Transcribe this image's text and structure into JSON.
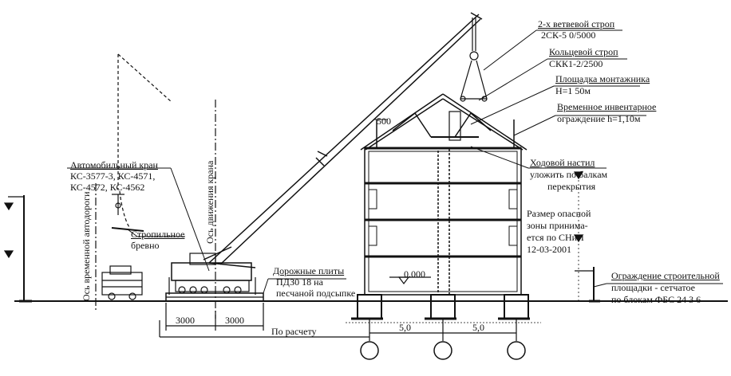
{
  "labels": {
    "sling_title": "2-х ветвевой строп",
    "sling_code": "2СК-5 0/5000",
    "ring_title": "Кольцевой строп",
    "ring_code": "СКК1-2/2500",
    "platform_title": "Площадка монтажника",
    "platform_height": "Н=1 50м",
    "fence_title": "Временное инвентарное",
    "fence_height": "ограждение h=1,10м",
    "walkway_title": "Ходовой настил",
    "walkway_line2": "уложить по балкам",
    "walkway_line3": "перекрытия",
    "danger_line1": "Размер опасной",
    "danger_line2": "зоны принима-",
    "danger_line3": "ется по СНиП",
    "danger_line4": "12-03-2001",
    "crane_title": "Автомобильный кран",
    "crane_models1": "КС-3577-3, КС-4571,",
    "crane_models2": "КС-4572, КС-4562",
    "beam_line1": "Стропильное",
    "beam_line2": "бревно",
    "plates_title": "Дорожные плиты",
    "plates_code": "ПДЗ0 18 на",
    "plates_base": "песчаной подсыпке",
    "site_fence_line1": "Ограждение строительной",
    "site_fence_line2": "площадки - сетчатое",
    "site_fence_line3": "по блокам ФБС 24 3 6",
    "road_axis": "Ось временной автодороги",
    "crane_axis": "Ось движения крана",
    "level_mark": "0.000",
    "boom_dim": "500",
    "dim_3000_left": "3000",
    "dim_3000_right": "3000",
    "dim_calc": "По расчету",
    "dim_5_left": "5,0",
    "dim_5_right": "5,0"
  }
}
